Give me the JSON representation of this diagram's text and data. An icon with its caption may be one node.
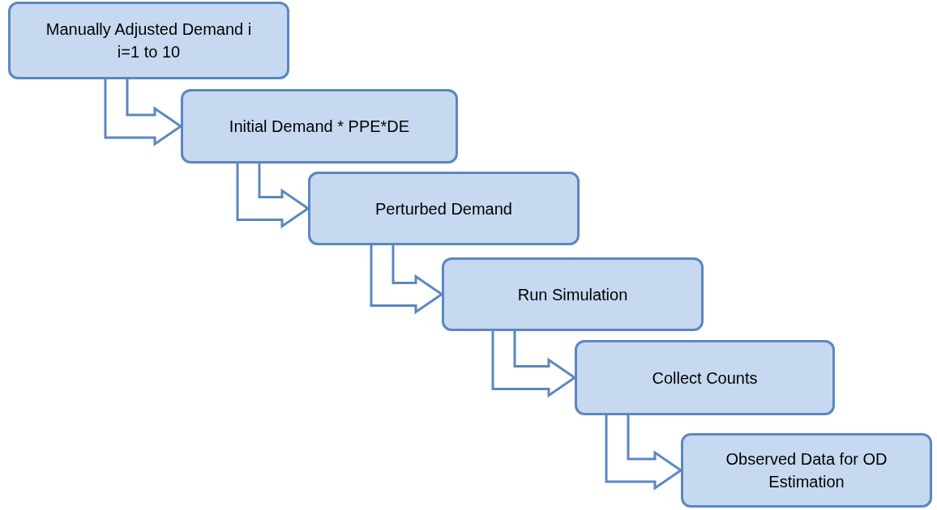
{
  "diagram": {
    "nodes": [
      {
        "text": [
          "Manually Adjusted Demand i",
          "i=1 to 10"
        ]
      },
      {
        "text": [
          "Initial Demand * PPE*DE"
        ]
      },
      {
        "text": [
          "Perturbed Demand"
        ]
      },
      {
        "text": [
          "Run Simulation"
        ]
      },
      {
        "text": [
          "Collect Counts"
        ]
      },
      {
        "text": [
          "Observed Data for OD Estimation"
        ]
      }
    ],
    "edges": [
      {
        "from": 0,
        "to": 1,
        "arrow": "to"
      },
      {
        "from": 1,
        "to": 2,
        "arrow": "to"
      },
      {
        "from": 2,
        "to": 3,
        "arrow": "to"
      },
      {
        "from": 3,
        "to": 4,
        "arrow": "to"
      },
      {
        "from": 4,
        "to": 5,
        "arrow": "to"
      }
    ]
  }
}
